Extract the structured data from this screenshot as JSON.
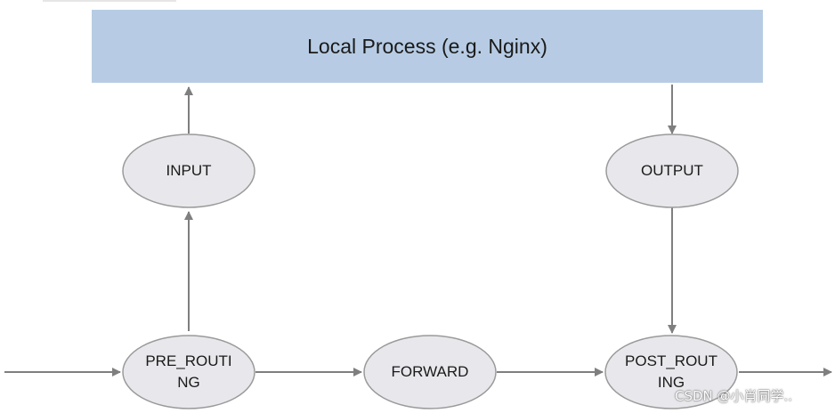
{
  "process": {
    "label": "Local Process (e.g. Nginx)"
  },
  "nodes": {
    "input": "INPUT",
    "output": "OUTPUT",
    "pre_routing": "PRE_ROUTI\nNG",
    "forward": "FORWARD",
    "post_routing": "POST_ROUT\nING"
  },
  "watermark": "CSDN @小肖同学..",
  "colors": {
    "process_fill": "#b7cce4",
    "node_fill": "#e8e8ec",
    "node_stroke": "#9a9a9a",
    "arrow": "#7f7f7f"
  }
}
